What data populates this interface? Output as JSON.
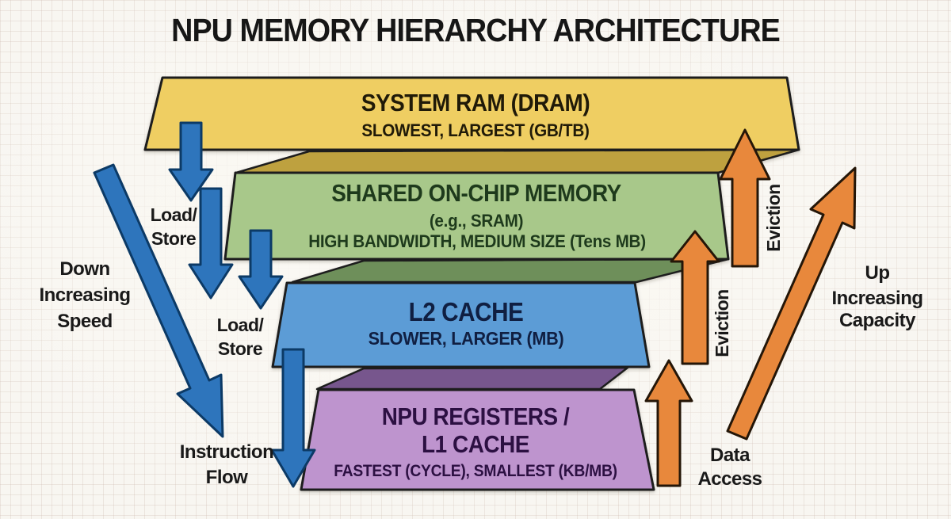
{
  "title": "NPU MEMORY HIERARCHY ARCHITECTURE",
  "layers": [
    {
      "id": "system-ram",
      "name": "SYSTEM RAM (DRAM)",
      "sub": "SLOWEST, LARGEST (GB/TB)"
    },
    {
      "id": "shared-on-chip",
      "name": "SHARED ON-CHIP MEMORY",
      "sub1": "(e.g., SRAM)",
      "sub2": "HIGH BANDWIDTH, MEDIUM SIZE (Tens MB)"
    },
    {
      "id": "l2-cache",
      "name": "L2 CACHE",
      "sub": "SLOWER, LARGER (MB)"
    },
    {
      "id": "npu-registers-l1",
      "name": "NPU REGISTERS /",
      "name2": "L1 CACHE",
      "sub": "FASTEST (CYCLE), SMALLEST (KB/MB)"
    }
  ],
  "side_labels": {
    "load_store_top": [
      "Load/",
      "Store"
    ],
    "load_store_mid": [
      "Load/",
      "Store"
    ],
    "down_speed": [
      "Down",
      "Increasing",
      "Speed"
    ],
    "up_capacity": [
      "Up",
      "Increasing",
      "Capacity"
    ],
    "instruction_flow": [
      "Instruction",
      "Flow"
    ],
    "data_access": [
      "Data",
      "Access"
    ],
    "eviction_upper": "Eviction",
    "eviction_lower": "Eviction"
  },
  "colors": {
    "dram_face": "#EFCE62",
    "dram_band": "#BEA13F",
    "sram_face": "#A8C88A",
    "sram_band": "#6E8F5A",
    "l2_face": "#5C9CD6",
    "l1_top": "#77568D",
    "l1_face": "#BE94CE",
    "dram_text": "#201A08",
    "sram_text": "#1E3A1C",
    "l2_text": "#101F42",
    "l1_text": "#2C1042",
    "blue_arrow": "#2E75BC",
    "orange_arrow": "#E8883C",
    "title_ink": "#161616"
  }
}
